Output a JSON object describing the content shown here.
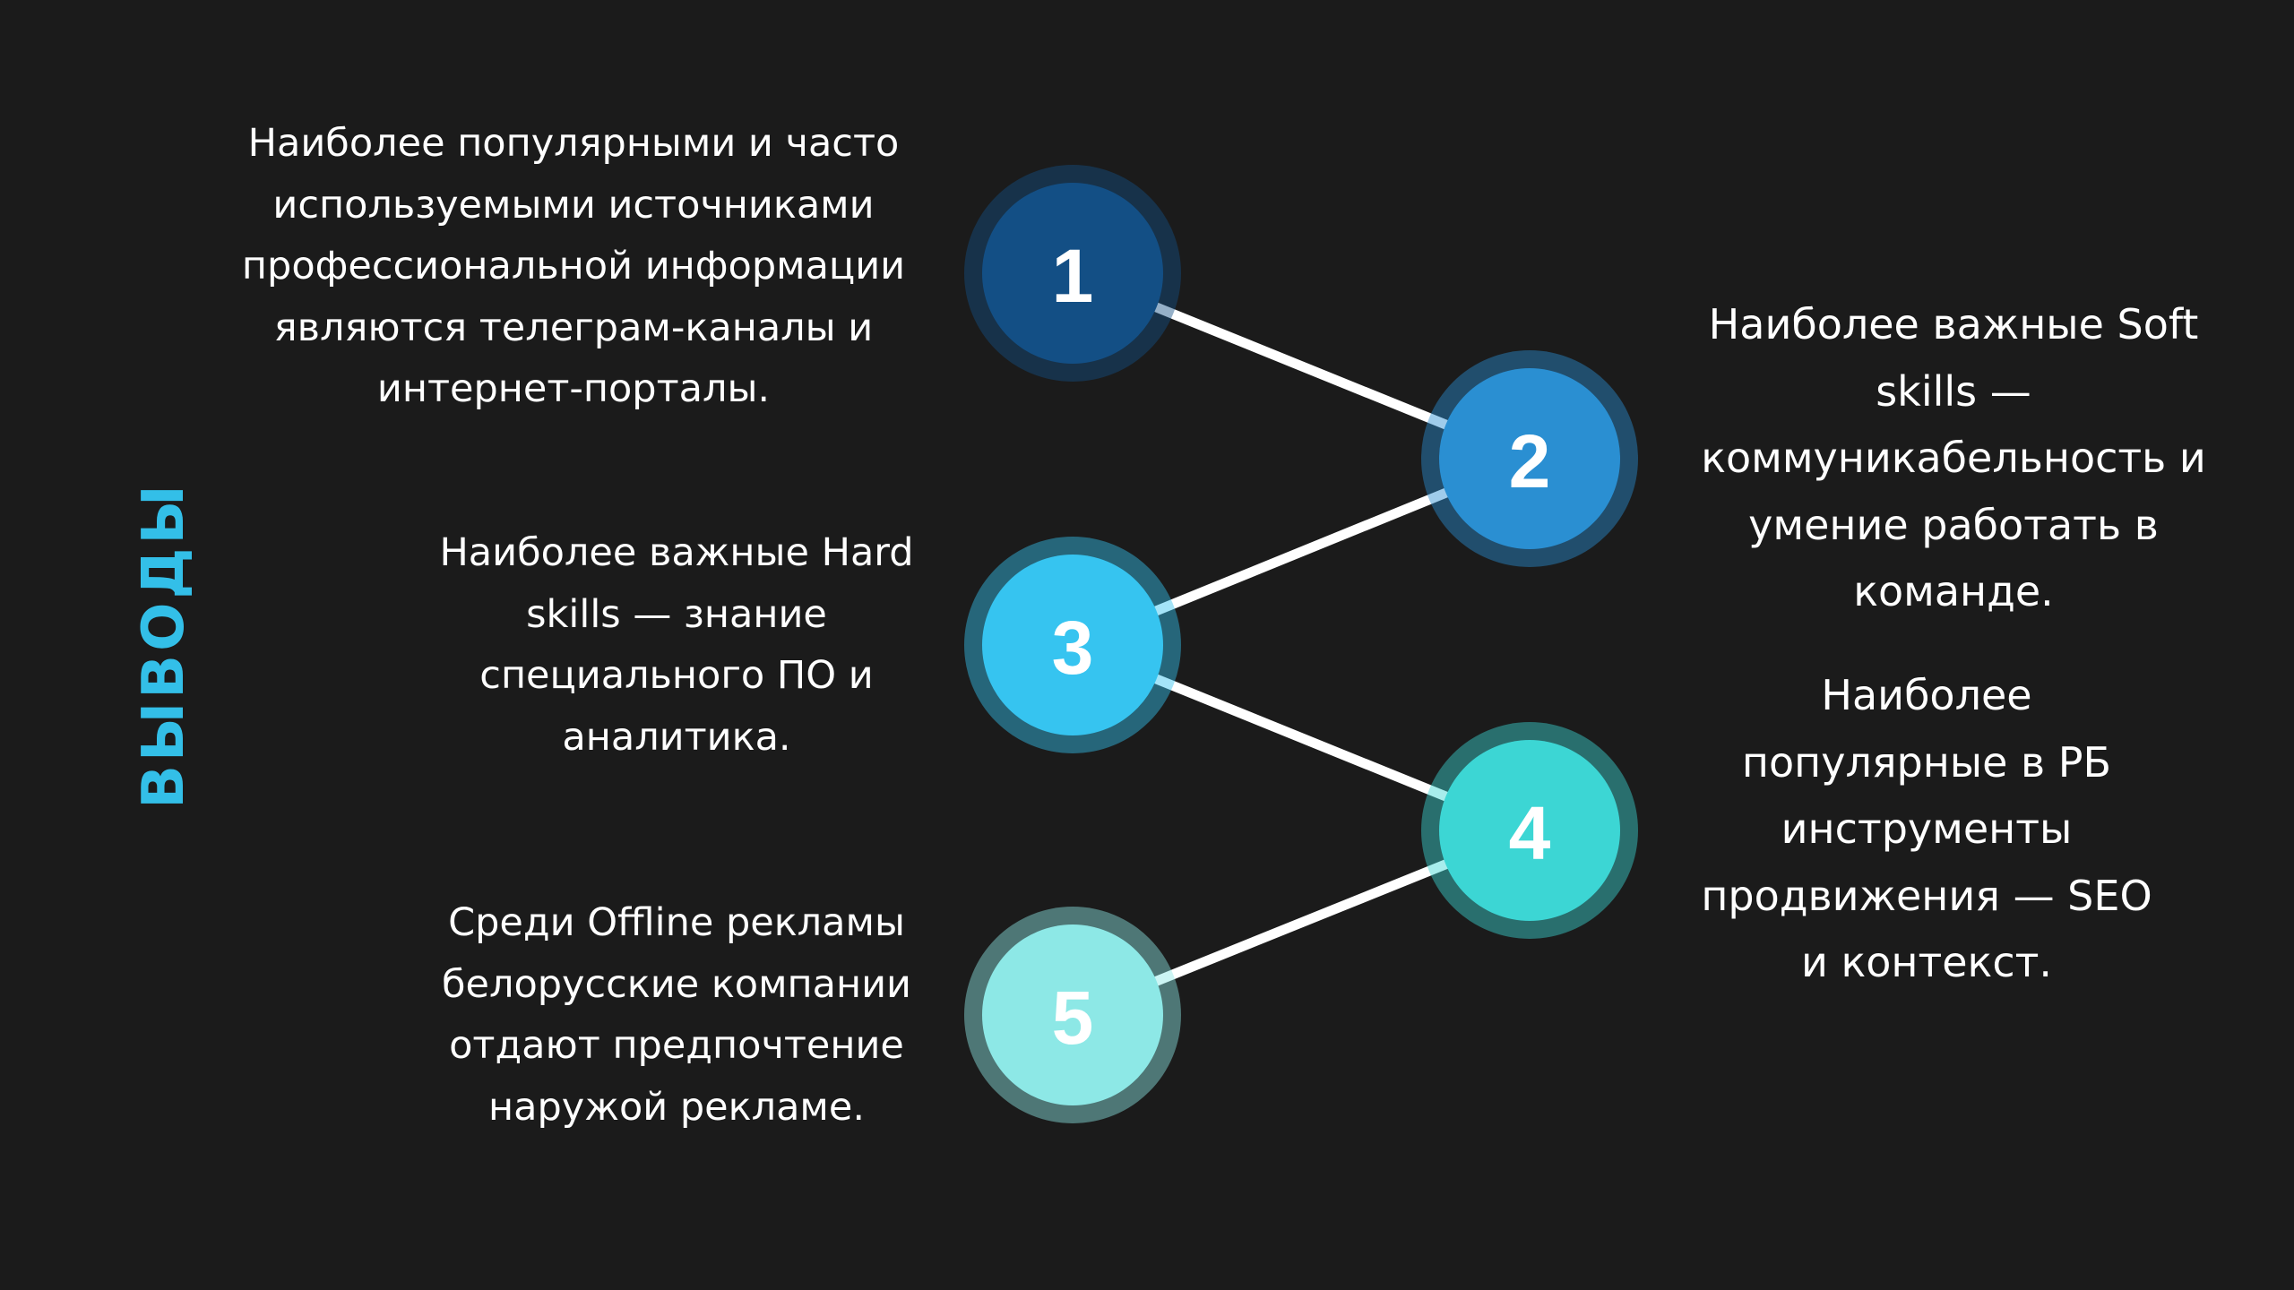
{
  "title": "ВЫВОДЫ",
  "colors": {
    "background": "#1b1b1b",
    "title": "#33bfe8",
    "connector": "#ffffff",
    "node1": "#134f85",
    "node2": "#2a8fd2",
    "node3": "#36c4f0",
    "node4": "#3cd6d4",
    "node5": "#8de8e6"
  },
  "nodes": [
    {
      "number": "1",
      "text": "Наиболее популярными и часто\nиспользуемыми источниками\nпрофессиональной информации\nявляются телеграм-каналы и\nинтернет-порталы."
    },
    {
      "number": "2",
      "text": "Наиболее важные Soft\nskills —\nкоммуникабельность и\nумение работать в\nкоманде."
    },
    {
      "number": "3",
      "text": "Наиболее важные Hard\nskills — знание\nспециального ПО и\nаналитика."
    },
    {
      "number": "4",
      "text": "Наиболее\nпопулярные в РБ\nинструменты\nпродвижения — SEO\nи контекст."
    },
    {
      "number": "5",
      "text": "Среди Offline рекламы\nбелорусские компании\nотдают предпочтение\nнаружой рекламе."
    }
  ]
}
